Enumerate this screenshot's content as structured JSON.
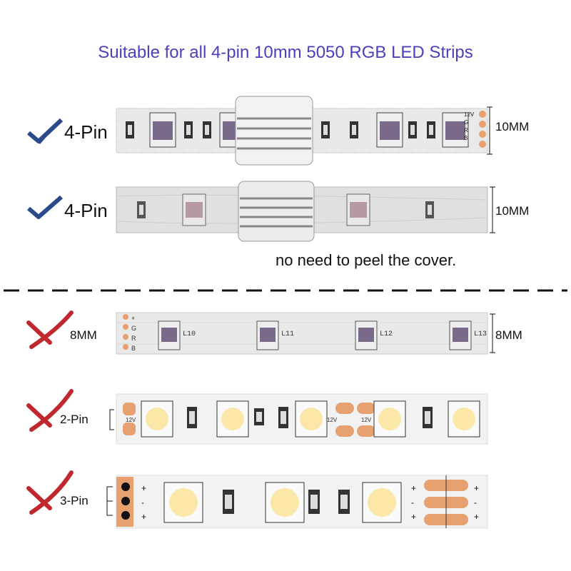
{
  "header": {
    "title": "Suitable for all 4-pin 10mm 5050 RGB LED Strips"
  },
  "rows": [
    {
      "status": "check",
      "label": "4-Pin",
      "dimension": "10MM",
      "pads": [
        "12V",
        "G",
        "R",
        "B"
      ]
    },
    {
      "status": "check",
      "label": "4-Pin",
      "dimension": "10MM"
    },
    {
      "status": "cross",
      "label": "8MM",
      "dimension": "8MM",
      "pads": [
        "+",
        "G",
        "R",
        "B"
      ],
      "led_labels": [
        "L10",
        "L11",
        "L12",
        "L13"
      ]
    },
    {
      "status": "cross",
      "label": "2-Pin",
      "pad_labels": [
        "12V",
        "12V",
        "12V"
      ]
    },
    {
      "status": "cross",
      "label": "3-Pin",
      "pads": [
        "+",
        "-",
        "+"
      ]
    }
  ],
  "note": "no need to peel the cover.",
  "colors": {
    "title": "#4b3fbf",
    "check": "#2b4a8c",
    "cross": "#c0282d",
    "pad": "#e7a070"
  }
}
